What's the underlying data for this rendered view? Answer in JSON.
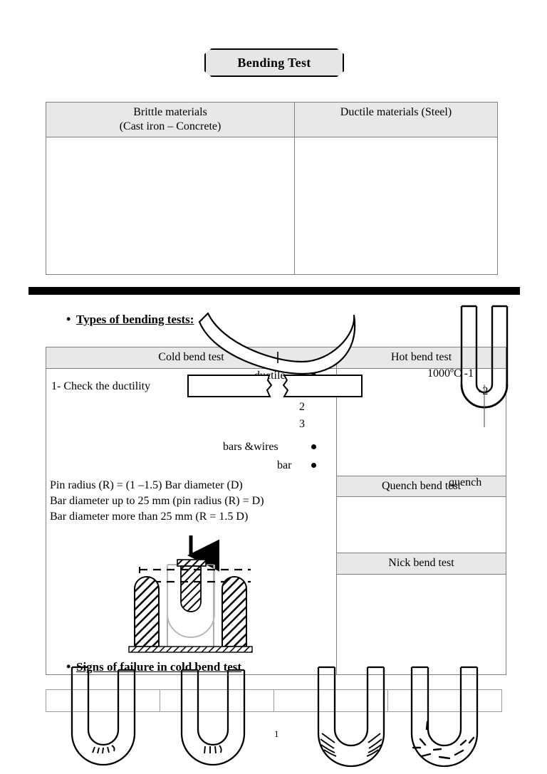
{
  "document": {
    "title": "Bending Test",
    "page_number": "1"
  },
  "materials_table": {
    "headers": [
      "Brittle materials\n(Cast iron – Concrete)",
      "Ductile materials (Steel)"
    ],
    "header_left_line1": "Brittle materials",
    "header_left_line2": "(Cast iron – Concrete)",
    "header_right": "Ductile materials (Steel)",
    "body_left": "",
    "body_right": ""
  },
  "section_types": {
    "heading": "Types of bending tests:"
  },
  "tests_table": {
    "col_left_header": "Cold bend test",
    "col_right_header": "Hot bend test",
    "quench_header": "Quench bend test",
    "nick_header": "Nick bend test",
    "cold": {
      "item1": "1- Check the ductility",
      "label_ductile": "ductile",
      "label_2": "2",
      "label_3": "3",
      "label_bars_wires": "bars &wires",
      "label_bar": "bar",
      "formula_line1": "Pin radius (R) = (1 –1.5) Bar diameter (D)",
      "formula_line2": "Bar diameter up to 25 mm   (pin radius (R) = D)",
      "formula_line3": "Bar diameter more than 25 mm (R = 1.5 D)"
    },
    "hot": {
      "temperature": "1000ºC -1",
      "label_2": "-2"
    },
    "quench": {
      "label": "quench"
    }
  },
  "section_signs": {
    "heading": "Signs of failure in cold bend test"
  },
  "colors": {
    "header_fill": "#e8e8e8",
    "banner_fill": "#e6e6e6",
    "rule": "#000000",
    "border": "#808080",
    "strip_border": "#9a9a9a"
  }
}
